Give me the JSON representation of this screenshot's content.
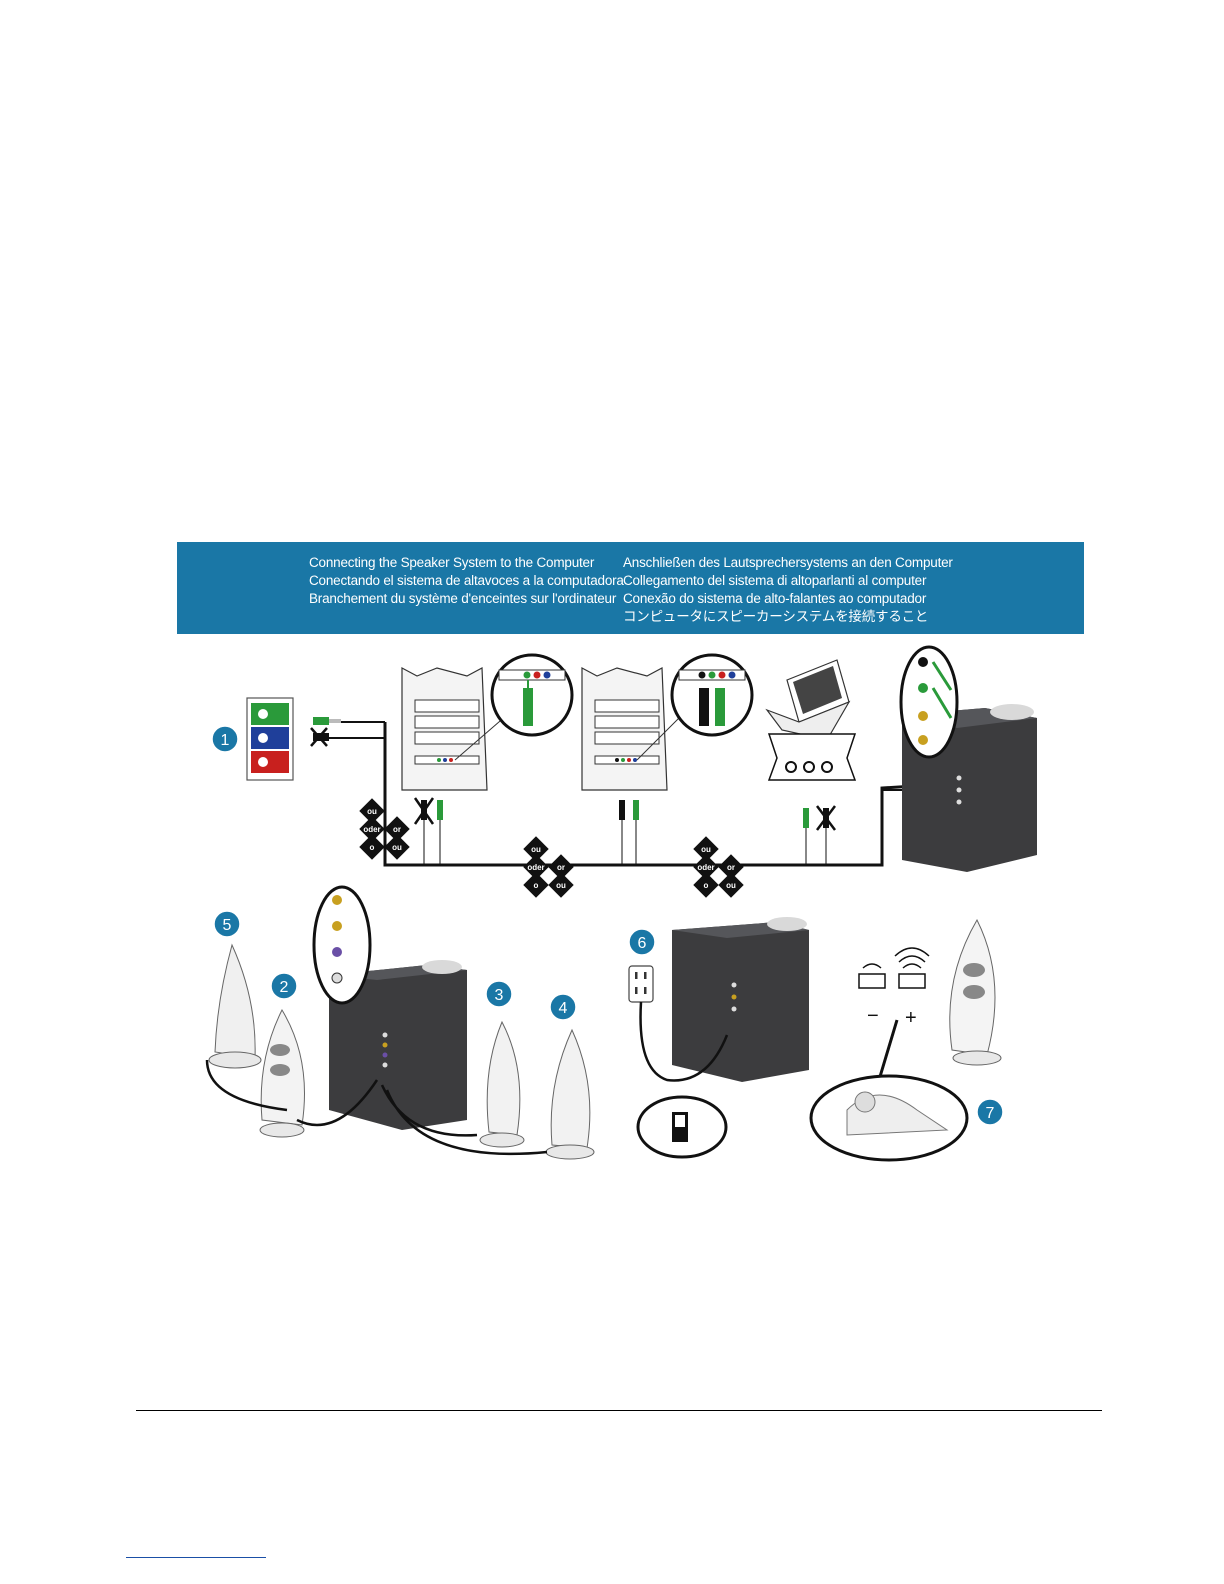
{
  "banner": {
    "left_lines": [
      "Connecting the Speaker System to the Computer",
      "Conectando el sistema de altavoces a la computadora",
      "Branchement du système d'enceintes sur l'ordinateur"
    ],
    "right_lines": [
      "Anschließen des Lautsprechersystems an den Computer",
      "Collegamento del sistema di altoparlanti al computer",
      "Conexão do sistema de alto-falantes ao computador",
      "コンピュータにスピーカーシステムを接続すること"
    ]
  },
  "steps": [
    "1",
    "2",
    "3",
    "4",
    "5",
    "6",
    "7"
  ],
  "alt_labels": {
    "ou": "ou",
    "oder": "oder",
    "or": "or",
    "o": "o"
  },
  "volume": {
    "minus": "−",
    "plus": "+"
  },
  "colors": {
    "banner": "#1a77a6",
    "step_badge": "#1a77a6",
    "jack_green": "#2a9a3a",
    "jack_blue": "#1f3f9a",
    "jack_red": "#c8201e",
    "subwoofer": "#3c3c3e"
  }
}
